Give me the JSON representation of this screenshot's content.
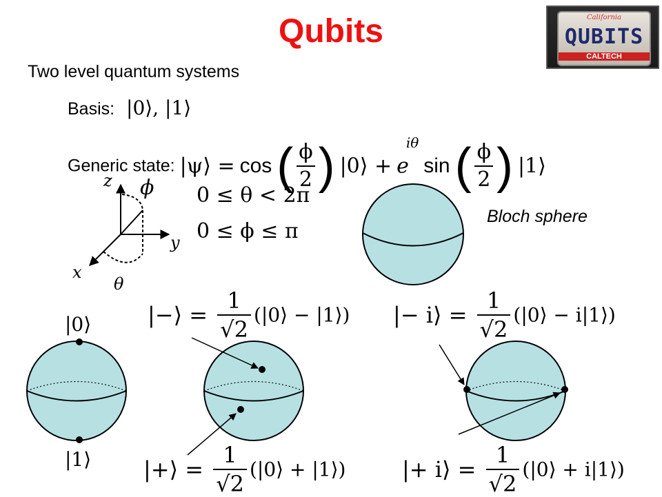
{
  "title": "Qubits",
  "subtitle": "Two level quantum systems",
  "basis": {
    "label": "Basis:",
    "value": "|0⟩, |1⟩"
  },
  "generic": {
    "label": "Generic state:",
    "lhs": "|ψ⟩ =",
    "cos": "cos",
    "phi": "ϕ",
    "two": "2",
    "ket0": "|0⟩ +",
    "exp": "e",
    "exp_sup": "iθ",
    "sin": "sin",
    "ket1": "|1⟩"
  },
  "ranges": {
    "theta": "0 ≤ θ < 2π",
    "phi": "0 ≤ ϕ ≤ π"
  },
  "axes": {
    "z": "z",
    "phi": "ϕ",
    "y": "y",
    "x": "x",
    "theta": "θ"
  },
  "bloch_label": "Bloch sphere",
  "states": {
    "ket0": "|0⟩",
    "ket1": "|1⟩",
    "minus": {
      "lhs": "|−⟩ =",
      "rhs": "(|0⟩ − |1⟩)"
    },
    "minus_i": {
      "lhs": "|− i⟩ =",
      "rhs": "(|0⟩ − i|1⟩)"
    },
    "plus": {
      "lhs": "|+⟩ =",
      "rhs": "(|0⟩ + |1⟩)"
    },
    "plus_i": {
      "lhs": "|+ i⟩ =",
      "rhs": "(|0⟩ + i|1⟩)"
    },
    "one": "1",
    "sqrt2": "√2"
  },
  "logo": {
    "top": "California",
    "word": "QUBITS",
    "bottom": "CALTECH"
  },
  "colors": {
    "title": "#ee1111",
    "sphere_fill": "#b7e0e3"
  }
}
